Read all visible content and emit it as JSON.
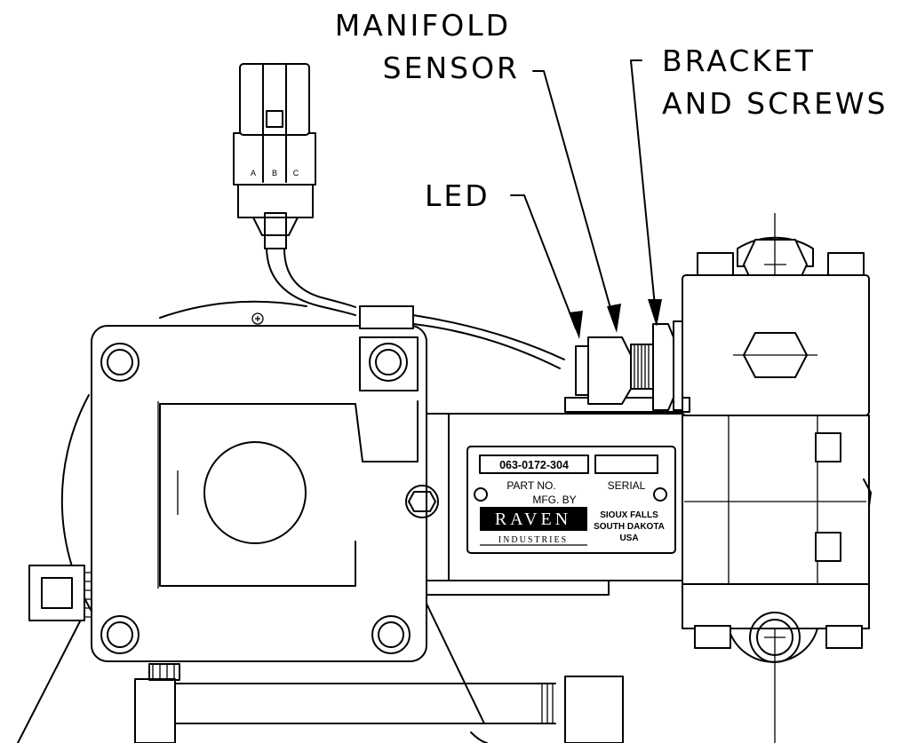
{
  "labels": {
    "manifold_line1": "MANIFOLD",
    "manifold_line2": "SENSOR",
    "bracket_line1": "BRACKET",
    "bracket_line2": "AND SCREWS",
    "led": "LED"
  },
  "nameplate": {
    "part_number": "063-0172-304",
    "part_no_label": "PART NO.",
    "serial_label": "SERIAL",
    "mfg_by": "MFG. BY",
    "brand": "RAVEN",
    "brand_sub": "INDUSTRIES",
    "city": "SIOUX FALLS",
    "state": "SOUTH DAKOTA",
    "country": "USA"
  },
  "connector_pins": [
    "A",
    "B",
    "C"
  ]
}
